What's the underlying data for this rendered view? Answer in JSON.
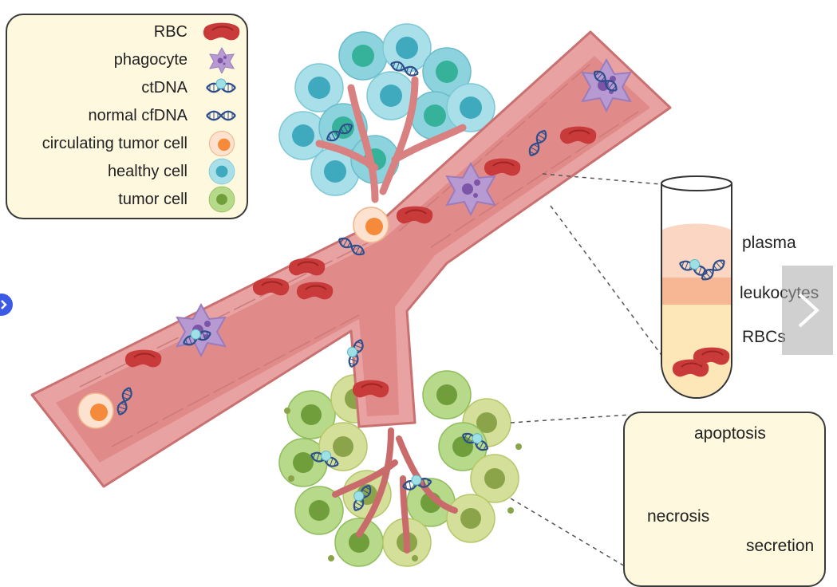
{
  "legend": {
    "items": [
      {
        "label": "RBC",
        "icon": "rbc-icon"
      },
      {
        "label": "phagocyte",
        "icon": "phagocyte-icon"
      },
      {
        "label": "ctDNA",
        "icon": "ctdna-icon"
      },
      {
        "label": "normal cfDNA",
        "icon": "normal-cfdna-icon"
      },
      {
        "label": "circulating tumor cell",
        "icon": "circulating-tumor-cell-icon"
      },
      {
        "label": "healthy cell",
        "icon": "healthy-cell-icon"
      },
      {
        "label": "tumor cell",
        "icon": "tumor-cell-icon"
      }
    ]
  },
  "tube": {
    "layers": {
      "plasma": "plasma",
      "leukocytes": "leukocytes",
      "rbcs": "RBCs"
    }
  },
  "inset": {
    "apoptosis": "apoptosis",
    "necrosis": "necrosis",
    "secretion": "secretion"
  },
  "navigation": {
    "next": "chevron-right-icon",
    "prev": "chevron-right-icon"
  },
  "colors": {
    "vessel": "#e08a8a",
    "vessel_cells": "#e9a2a2",
    "rbc": "#c93a3a",
    "phagocyte": "#b79ad2",
    "healthy_cell": "#8fd3de",
    "tumor_cell": "#a8cf6a",
    "ctc": "#f7a56a",
    "dna": "#2d4e8a",
    "legend_bg": "#fdf8de"
  }
}
